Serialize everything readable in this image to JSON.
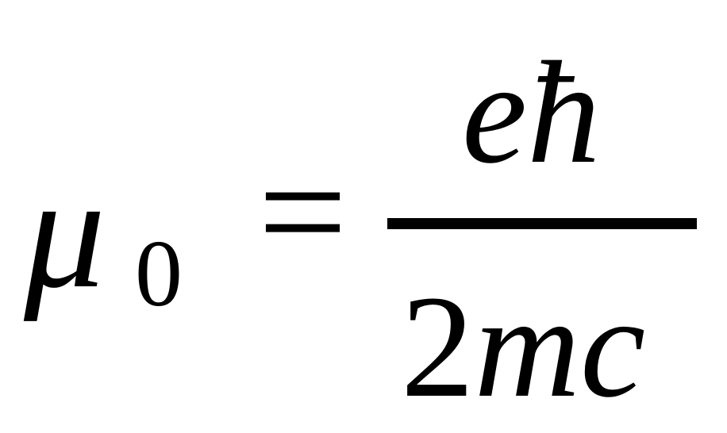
{
  "equation": {
    "lhs_symbol": "μ",
    "lhs_subscript": "0",
    "equals": "=",
    "numerator": "eħ",
    "denominator_number": "2",
    "denominator_vars": "mc"
  }
}
